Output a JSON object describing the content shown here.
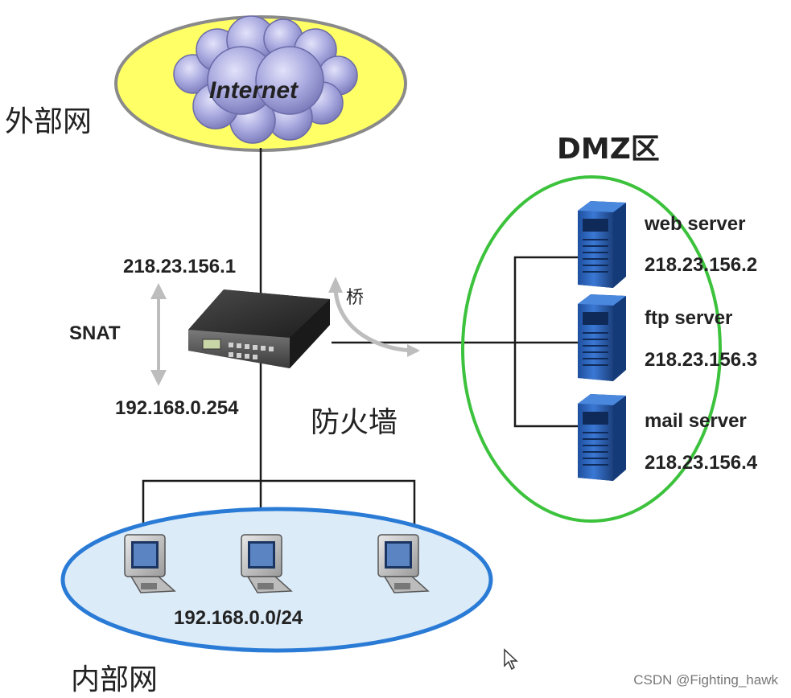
{
  "labels": {
    "outer_network": "外部网",
    "internet": "Internet",
    "dmz_zone": "DMZ区",
    "ext_ip": "218.23.156.1",
    "snat": "SNAT",
    "int_ip": "192.168.0.254",
    "bridge": "桥",
    "firewall": "防火墙",
    "subnet": "192.168.0.0/24",
    "inner_network": "内部网",
    "watermark": "CSDN @Fighting_hawk"
  },
  "servers": [
    {
      "name": "web server",
      "ip": "218.23.156.2"
    },
    {
      "name": "ftp server",
      "ip": "218.23.156.3"
    },
    {
      "name": "mail server",
      "ip": "218.23.156.4"
    }
  ],
  "colors": {
    "internet_fill": "#ffff66",
    "internet_border": "#8a8a8a",
    "cloud": "#aaaade",
    "dmz_border": "#3cc23c",
    "lan_fill": "#dcebf8",
    "lan_border": "#2a7bd6",
    "server_body": "#2a62b6",
    "monitor_screen": "#5b84c2",
    "arrow_gray": "#bdbdbd"
  }
}
